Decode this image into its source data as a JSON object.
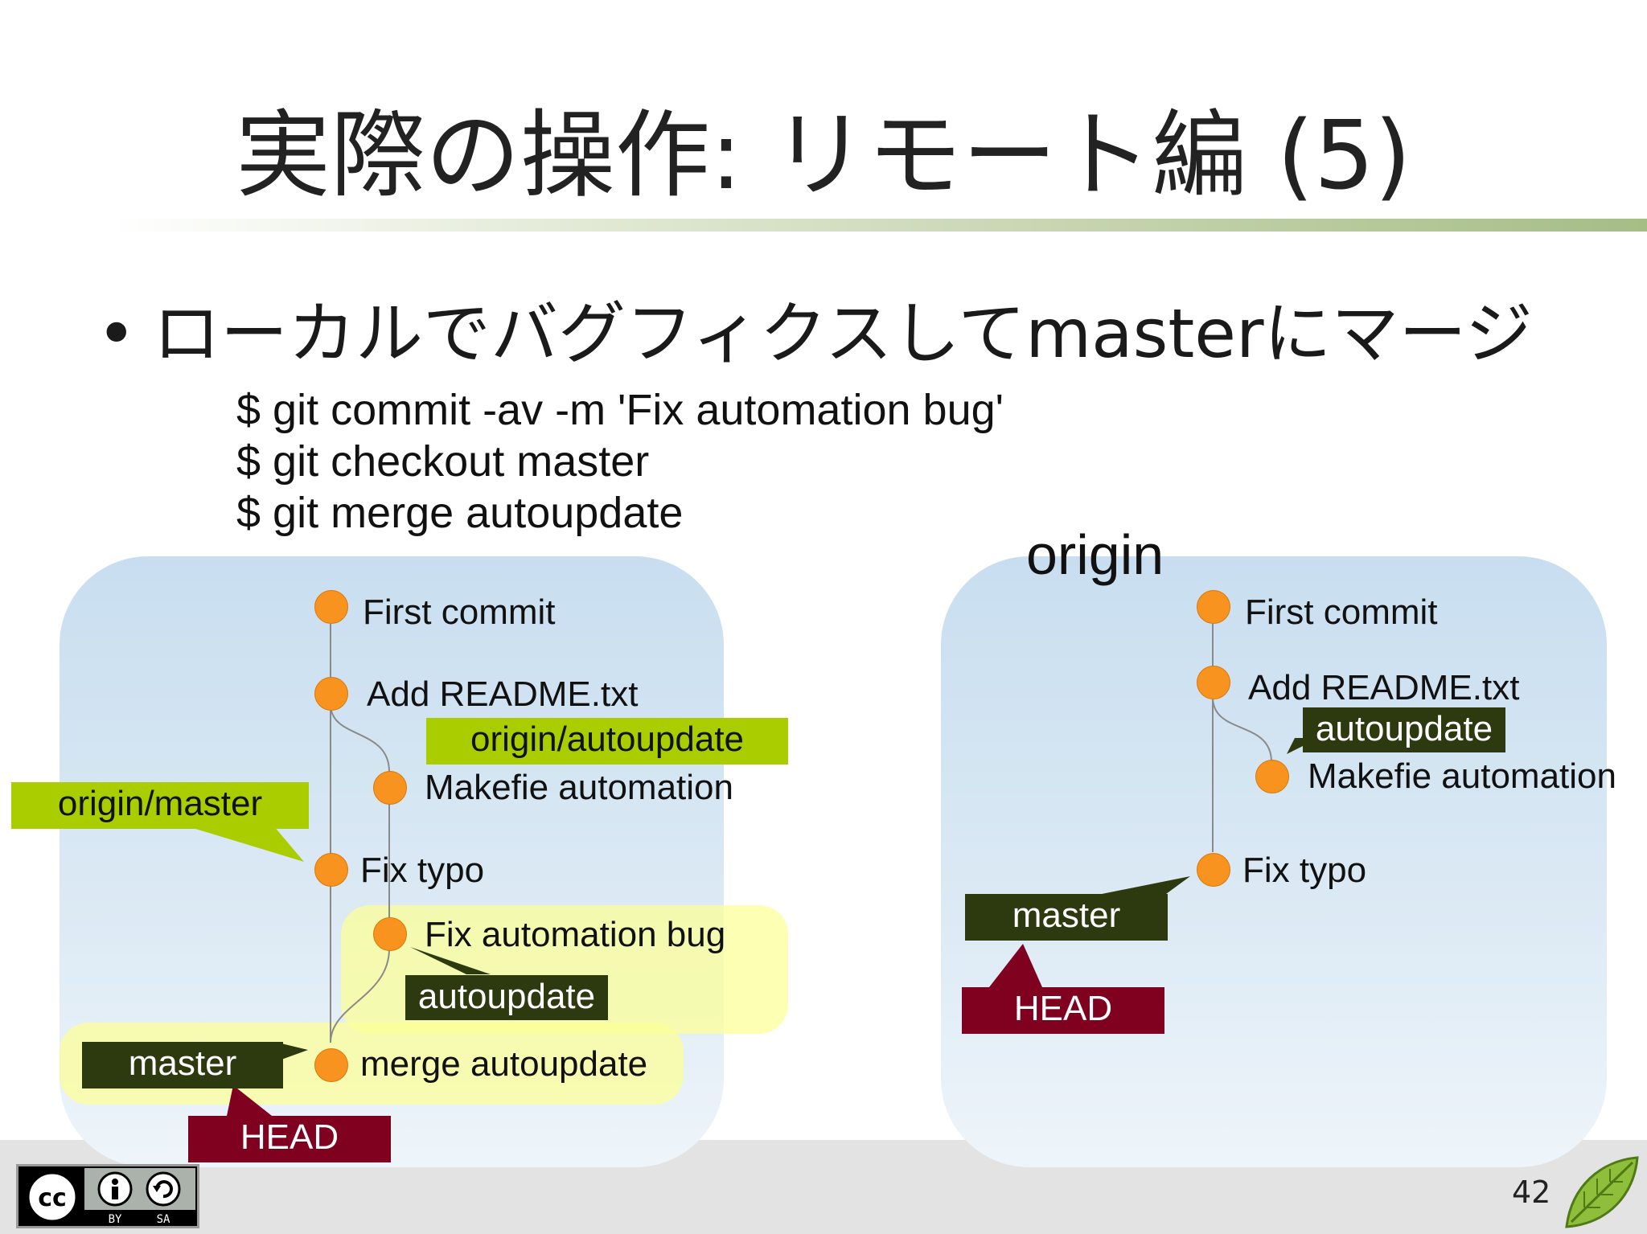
{
  "slide": {
    "title": "実際の操作: リモート編 (5)",
    "bullet": "ローカルでバグフィクスしてmasterにマージ",
    "commands": [
      "$ git commit -av -m 'Fix automation bug'",
      "$ git checkout master",
      "$ git merge autoupdate"
    ],
    "page_number": "42"
  },
  "local_graph": {
    "commits": [
      "First commit",
      "Add README.txt",
      "Makefie automation",
      "Fix typo",
      "Fix automation bug",
      "merge autoupdate"
    ],
    "labels": {
      "origin_autoupdate": "origin/autoupdate",
      "origin_master": "origin/master",
      "autoupdate": "autoupdate",
      "master": "master",
      "head": "HEAD"
    }
  },
  "origin_graph": {
    "heading": "origin",
    "commits": [
      "First commit",
      "Add README.txt",
      "Makefie automation",
      "Fix typo"
    ],
    "labels": {
      "autoupdate": "autoupdate",
      "master": "master",
      "head": "HEAD"
    }
  },
  "license": {
    "badge_text": "cc",
    "by": "BY",
    "sa": "SA"
  },
  "colors": {
    "commit_node": "#f7931e",
    "remote_tag": "#aacd00",
    "branch_tag": "#2d3a10",
    "head_tag": "#800020",
    "highlight": "#fcff96",
    "panel": "#c8def0"
  }
}
